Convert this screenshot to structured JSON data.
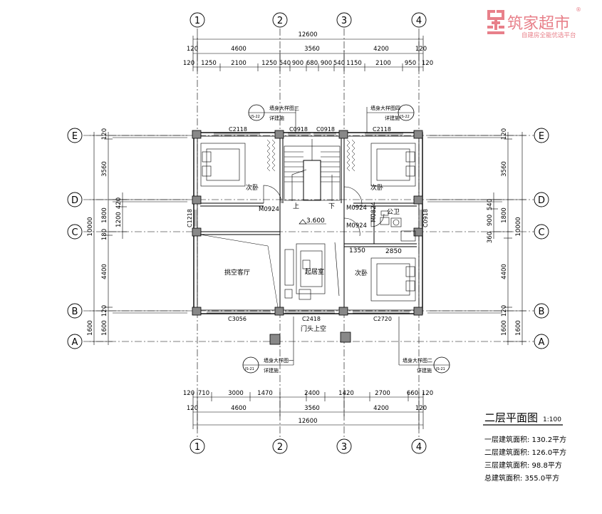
{
  "logo": {
    "brand_name": "筑家超市",
    "tagline": "自建房全能优选平台",
    "registered_mark": "®",
    "accent_color": "#e8808a",
    "logo_icon": "zhujia-logo-icon"
  },
  "axes": {
    "columns": [
      "1",
      "2",
      "3",
      "4"
    ],
    "rows": [
      "A",
      "B",
      "C",
      "D",
      "E"
    ]
  },
  "top_dims": {
    "overall": "12600",
    "row2": [
      "120",
      "4600",
      "3560",
      "4200",
      "120"
    ],
    "row3": [
      "120",
      "1250",
      "2100",
      "1250",
      "540",
      "900",
      "680",
      "900",
      "540",
      "1150",
      "2100",
      "950",
      "120"
    ]
  },
  "bottom_dims": {
    "row1": [
      "120",
      "710",
      "3000",
      "1470",
      "2400",
      "1420",
      "2700",
      "660",
      "120"
    ],
    "row2": [
      "120",
      "4600",
      "3560",
      "4200",
      "120"
    ],
    "overall": "12600"
  },
  "side_dims": {
    "left_total": "10000",
    "left_segments": [
      "120",
      "3560",
      "1800",
      "180",
      "4400",
      "120",
      "1600",
      "1600"
    ],
    "left_inner": [
      "420",
      "1200"
    ],
    "right_total": "10000",
    "right_segments": [
      "120",
      "3560",
      "1800",
      "360",
      "4400",
      "120",
      "1600",
      "1600"
    ],
    "right_inner": [
      "540",
      "900"
    ]
  },
  "windows": [
    "C2118",
    "C0918",
    "C0918",
    "C2118",
    "C1218",
    "C0918",
    "C3056",
    "C2418",
    "C2720"
  ],
  "doors": [
    "M0924",
    "M0924",
    "M0924",
    "M0824"
  ],
  "rooms": {
    "bedroom_nw": "次卧",
    "bedroom_ne": "次卧",
    "bedroom_se": "次卧",
    "living_void": "挑空客厅",
    "lounge": "起居室",
    "bath": "公卫",
    "stair_up": "上",
    "stair_down": "下",
    "elevation": "3.600",
    "dim_1350": "1350",
    "dim_2850": "2850",
    "canopy": "门头上空"
  },
  "callouts": [
    {
      "title": "墙身大样图三",
      "note": "详建施",
      "ref": "JS-22"
    },
    {
      "title": "墙身大样图四",
      "note": "详建施",
      "ref": "JS-22"
    },
    {
      "title": "墙身大样图一",
      "note": "详建施",
      "ref": "JS-21"
    },
    {
      "title": "墙身大样图二",
      "note": "详建施",
      "ref": "JS-21"
    }
  ],
  "drawing_title": "二层平面图",
  "scale": "1:100",
  "areas": [
    "一层建筑面积: 130.2平方",
    "二层建筑面积: 126.0平方",
    "三层建筑面积: 98.8平方",
    "总建筑面积: 355.0平方"
  ]
}
